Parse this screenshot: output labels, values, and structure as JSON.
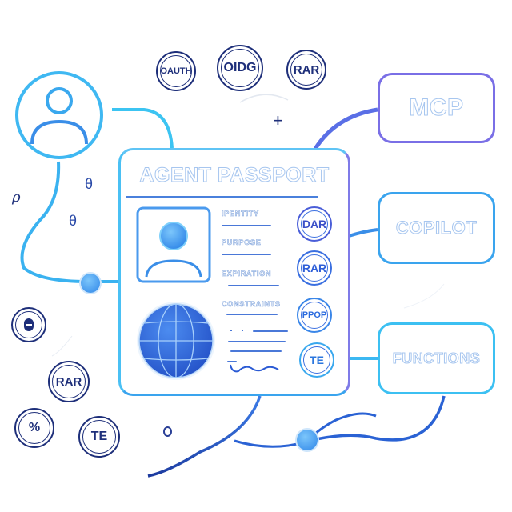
{
  "passport": {
    "title": "AGENT PASSPORT",
    "fields": [
      {
        "label": "IPENTITY"
      },
      {
        "label": "PURPOSE"
      },
      {
        "label": "EXPIRATION"
      },
      {
        "label": "CONSTRAINTS"
      }
    ],
    "stamps": [
      "DAR",
      "RAR",
      "PPOP",
      "TE"
    ]
  },
  "tools": [
    {
      "label": "MCP",
      "color": "#7a6fe6"
    },
    {
      "label": "COPILOT",
      "color": "#3aa4ee"
    },
    {
      "label": "FUNCTIONS",
      "color": "#3cc0f2"
    }
  ],
  "top_badges": [
    "OAUTH",
    "OIDG",
    "RAR"
  ],
  "left_badges": [
    "RAR",
    "%",
    "TE"
  ],
  "symbols": {
    "plus": "+",
    "theta1": "θ",
    "theta2": "θ",
    "rho": "ρ",
    "small_circle": "o"
  },
  "colors": {
    "cyan": "#3cc8f4",
    "blue": "#3a7ae6",
    "purple": "#7a6fe6",
    "navy": "#1e2f7a"
  }
}
